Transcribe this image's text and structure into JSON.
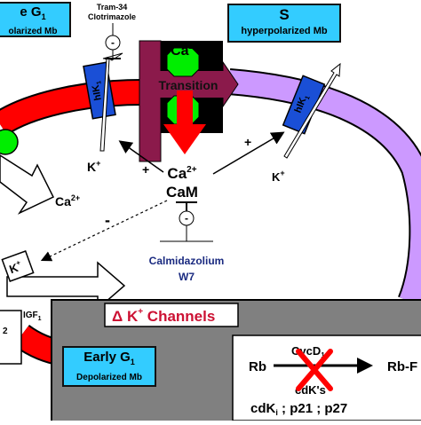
{
  "phases": {
    "late_g1_title": "e G",
    "late_g1_sub": "1",
    "late_g1_state": "olarized Mb",
    "s_title": "S",
    "s_state": "hyperpolarized Mb",
    "early_g1_title": "Early G",
    "early_g1_sub": "1",
    "early_g1_state": "Depolarized Mb"
  },
  "inhibitor_top": {
    "line1": "Tram-34",
    "line2": "Clotrimazole"
  },
  "inhibitor_bottom": {
    "line1": "Calmidazolium",
    "line2": "W7"
  },
  "channel": {
    "label": "hIK",
    "sub": "1"
  },
  "transition_label": "Transition",
  "ions": {
    "ca_top": "Ca",
    "ca_top_sup": "2+",
    "ca_center": "Ca",
    "ca_center_sup": "2+",
    "cam": "CaM",
    "ca_left": "Ca",
    "ca_left_sup": "2+",
    "k_left": "K",
    "k_left_sup": "+",
    "k_right": "K",
    "k_right_sup": "+",
    "k_box": "K",
    "k_box_sup": "+"
  },
  "signs": {
    "plus_left": "+",
    "plus_right": "+",
    "minus_dash": "-",
    "inhib_minus": "-"
  },
  "igf": {
    "label": "IGF",
    "sub": "1"
  },
  "left_cut_label": "2",
  "panel": {
    "delta_channels": "Δ K",
    "delta_sup": "+",
    "delta_rest": " Channels",
    "rb": "Rb",
    "rbp": "Rb-F",
    "cycd": "CycD",
    "cycd_sub": "1",
    "cdks": "cdK's",
    "cdki": "cdK",
    "cdki_sub": "i",
    "p_list": " ; p21 ; p27"
  },
  "colors": {
    "phase_box": "#33ccff",
    "arc_red": "#ff0000",
    "arc_violet": "#cc99ff",
    "channel_blue": "#1a4fd6",
    "transition_maroon": "#8b1a4b",
    "grey_panel": "#808080",
    "green": "#00ee00"
  }
}
